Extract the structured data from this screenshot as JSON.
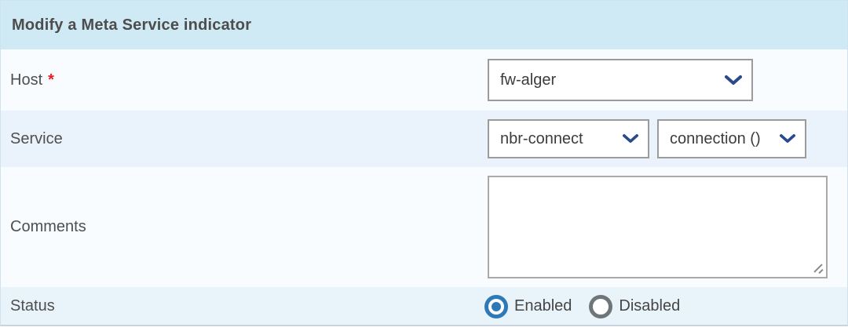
{
  "header": {
    "title": "Modify a Meta Service indicator"
  },
  "form": {
    "host": {
      "label": "Host",
      "required_marker": "*",
      "value": "fw-alger"
    },
    "service": {
      "label": "Service",
      "service_value": "nbr-connect",
      "metric_value": "connection ()"
    },
    "comments": {
      "label": "Comments",
      "value": ""
    },
    "status": {
      "label": "Status",
      "options": [
        {
          "label": "Enabled",
          "selected": true
        },
        {
          "label": "Disabled",
          "selected": false
        }
      ]
    }
  },
  "icons": {
    "host_dropdown": "chevron-down-icon",
    "service_dropdown": "chevron-down-icon",
    "metric_dropdown": "chevron-down-icon"
  },
  "colors": {
    "header_bg": "#cfe9f5",
    "row_light_bg": "#f8fcff",
    "row_blue_bg": "#eaf3fb",
    "select_border": "#9b9b9b",
    "chevron_blue": "#2a4a8c",
    "radio_selected_blue": "#2e79b8",
    "radio_unselected_gray": "#6f7679",
    "required_red": "#ed1c24",
    "label_text": "#4f4f4f",
    "title_text": "#4d4d4d"
  }
}
